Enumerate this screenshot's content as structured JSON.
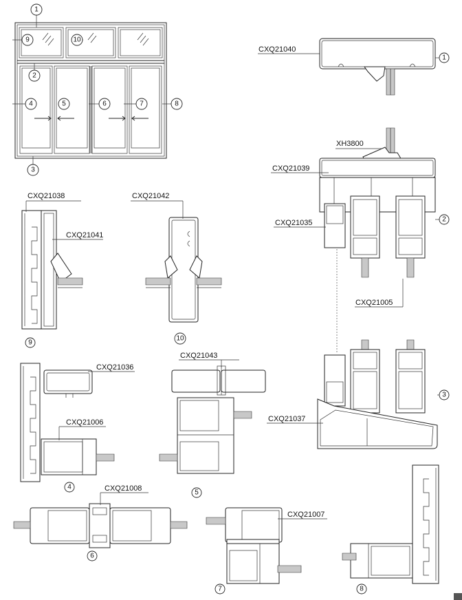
{
  "elevation": {
    "callouts": [
      "1",
      "2",
      "3",
      "4",
      "5",
      "6",
      "7",
      "8",
      "9",
      "10"
    ]
  },
  "sections": {
    "s1": {
      "number": "1",
      "profiles": [
        "CXQ21040"
      ]
    },
    "s2": {
      "number": "2",
      "profiles": [
        "XH3800",
        "CXQ21039",
        "CXQ21035",
        "CXQ21005"
      ]
    },
    "s3": {
      "number": "3",
      "profiles": [
        "CXQ21037"
      ]
    },
    "s4": {
      "number": "4",
      "profiles": [
        "CXQ21036",
        "CXQ21006"
      ]
    },
    "s5": {
      "number": "5",
      "profiles": [
        "CXQ21043"
      ]
    },
    "s6": {
      "number": "6",
      "profiles": [
        "CXQ21008"
      ]
    },
    "s7": {
      "number": "7",
      "profiles": [
        "CXQ21007"
      ]
    },
    "s8": {
      "number": "8",
      "profiles": []
    },
    "s9": {
      "number": "9",
      "profiles": [
        "CXQ21038",
        "CXQ21041"
      ]
    },
    "s10": {
      "number": "10",
      "profiles": [
        "CXQ21042"
      ]
    }
  }
}
